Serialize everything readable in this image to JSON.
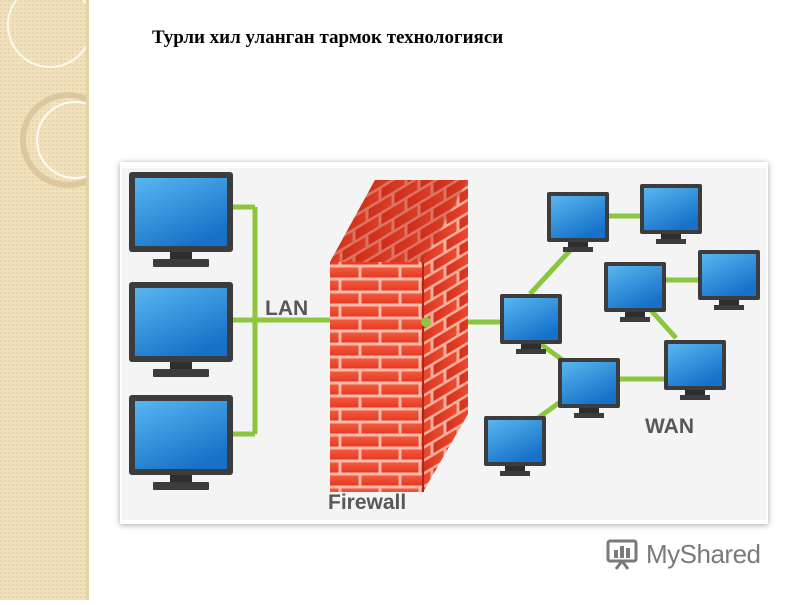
{
  "slide": {
    "title": "Турли хил уланган тармок технологияси"
  },
  "diagram": {
    "lan_label": "LAN",
    "wan_label": "WAN",
    "firewall_label": "Firewall",
    "colors": {
      "link": "#8cc63f",
      "brick": "#e8402a",
      "mortar": "#f7b9ab",
      "screen": "#1e8ad6",
      "monitor_frame": "#3c3c3c",
      "label": "#585858"
    }
  },
  "watermark": {
    "text": "MyShared",
    "icon": "myshared-logo-icon"
  }
}
